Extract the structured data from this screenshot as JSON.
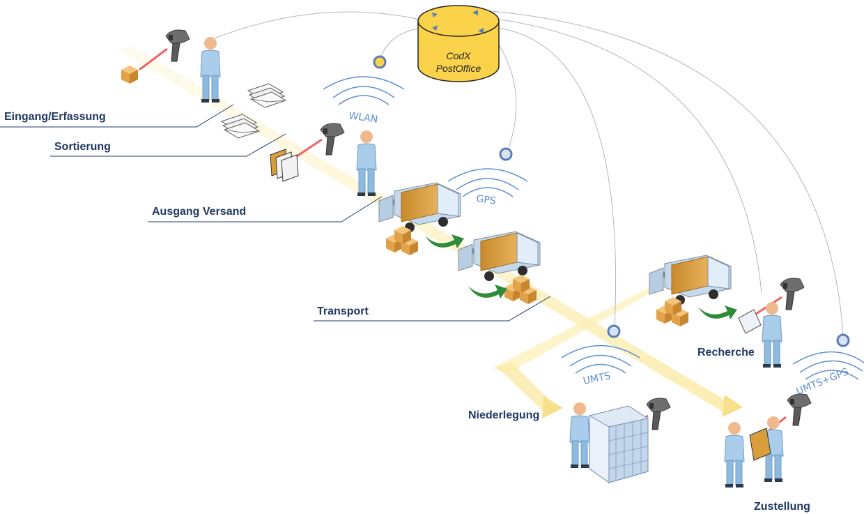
{
  "database": {
    "line1": "CodX",
    "line2": "PostOffice"
  },
  "stages": {
    "eingang": "Eingang/Erfassung",
    "sortierung": "Sortierung",
    "ausgang": "Ausgang Versand",
    "transport": "Transport",
    "recherche": "Recherche",
    "niederlegung": "Niederlegung",
    "zustellung": "Zustellung"
  },
  "wireless": {
    "wlan": "WLAN",
    "gps": "GPS",
    "umts": "UMTS",
    "umts_gps": "UMTS+GPS"
  },
  "colors": {
    "label": "#1f3864",
    "wireless": "#5b8fd0",
    "path": "#fbefb3",
    "database": "#fbd34a",
    "person": "#a9cdea",
    "truck_box": "#d89e3c"
  },
  "icons": [
    "barcode-scanner-icon",
    "person-icon",
    "parcel-icon",
    "envelope-stack-icon",
    "truck-icon",
    "locker-icon",
    "database-icon",
    "signal-icon"
  ]
}
